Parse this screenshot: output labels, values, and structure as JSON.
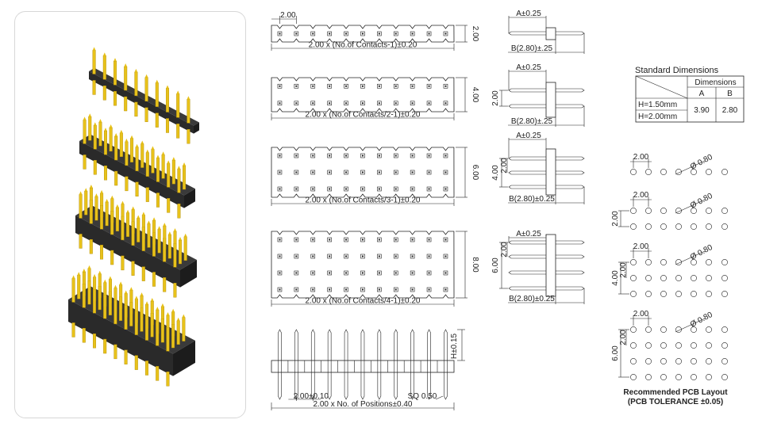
{
  "colors": {
    "pin_gold": "#e8c21a",
    "pin_gold_dark": "#b08a05",
    "body_black": "#2a2a2a",
    "line": "#222222"
  },
  "top_views": {
    "pitch_label": "2.00",
    "rows": [
      {
        "width_label": "2.00",
        "length_label": "2.00 x (No.of Contacts-1)±0.20"
      },
      {
        "width_label": "4.00",
        "length_label": "2.00 x (No.of Contacts/2-1)±0.20"
      },
      {
        "width_label": "6.00",
        "length_label": "2.00 x (No.of Contacts/3-1)±0.20"
      },
      {
        "width_label": "8.00",
        "length_label": "2.00 x (No.of Contacts/4-1)±0.20"
      }
    ]
  },
  "front_view": {
    "height_label": "H±0.15",
    "pitch_label": "2.00±0.10",
    "square_label": "SQ 0.50",
    "length_label": "2.00 x No. of Positions±0.40"
  },
  "side_views": [
    {
      "a_label": "A±0.25",
      "b_label": "B(2.80)±.25",
      "pitch_labels": []
    },
    {
      "a_label": "A±0.25",
      "b_label": "B(2.80)±.25",
      "pitch_labels": [
        "2.00"
      ]
    },
    {
      "a_label": "A±0.25",
      "b_label": "B(2.80)±0.25",
      "pitch_labels": [
        "4.00",
        "2.00"
      ]
    },
    {
      "a_label": "A±0.25",
      "b_label": "B(2.80)±0.25",
      "pitch_labels": [
        "6.00",
        "2.00"
      ]
    }
  ],
  "standard_dimensions": {
    "title": "Standard Dimensions",
    "header": "Dimensions",
    "col_a": "A",
    "col_b": "B",
    "rows": [
      {
        "label": "H=1.50mm"
      },
      {
        "label": "H=2.00mm"
      }
    ],
    "value_a": "3.90",
    "value_b": "2.80"
  },
  "pcb_layout": {
    "pitch_label": "2.00",
    "hole_label": "Ø 0.80",
    "row_spacing_labels": [
      "2.00",
      "4.00",
      "6.00"
    ],
    "caption": "Recommended PCB Layout",
    "tolerance": "(PCB TOLERANCE ±0.05)"
  }
}
